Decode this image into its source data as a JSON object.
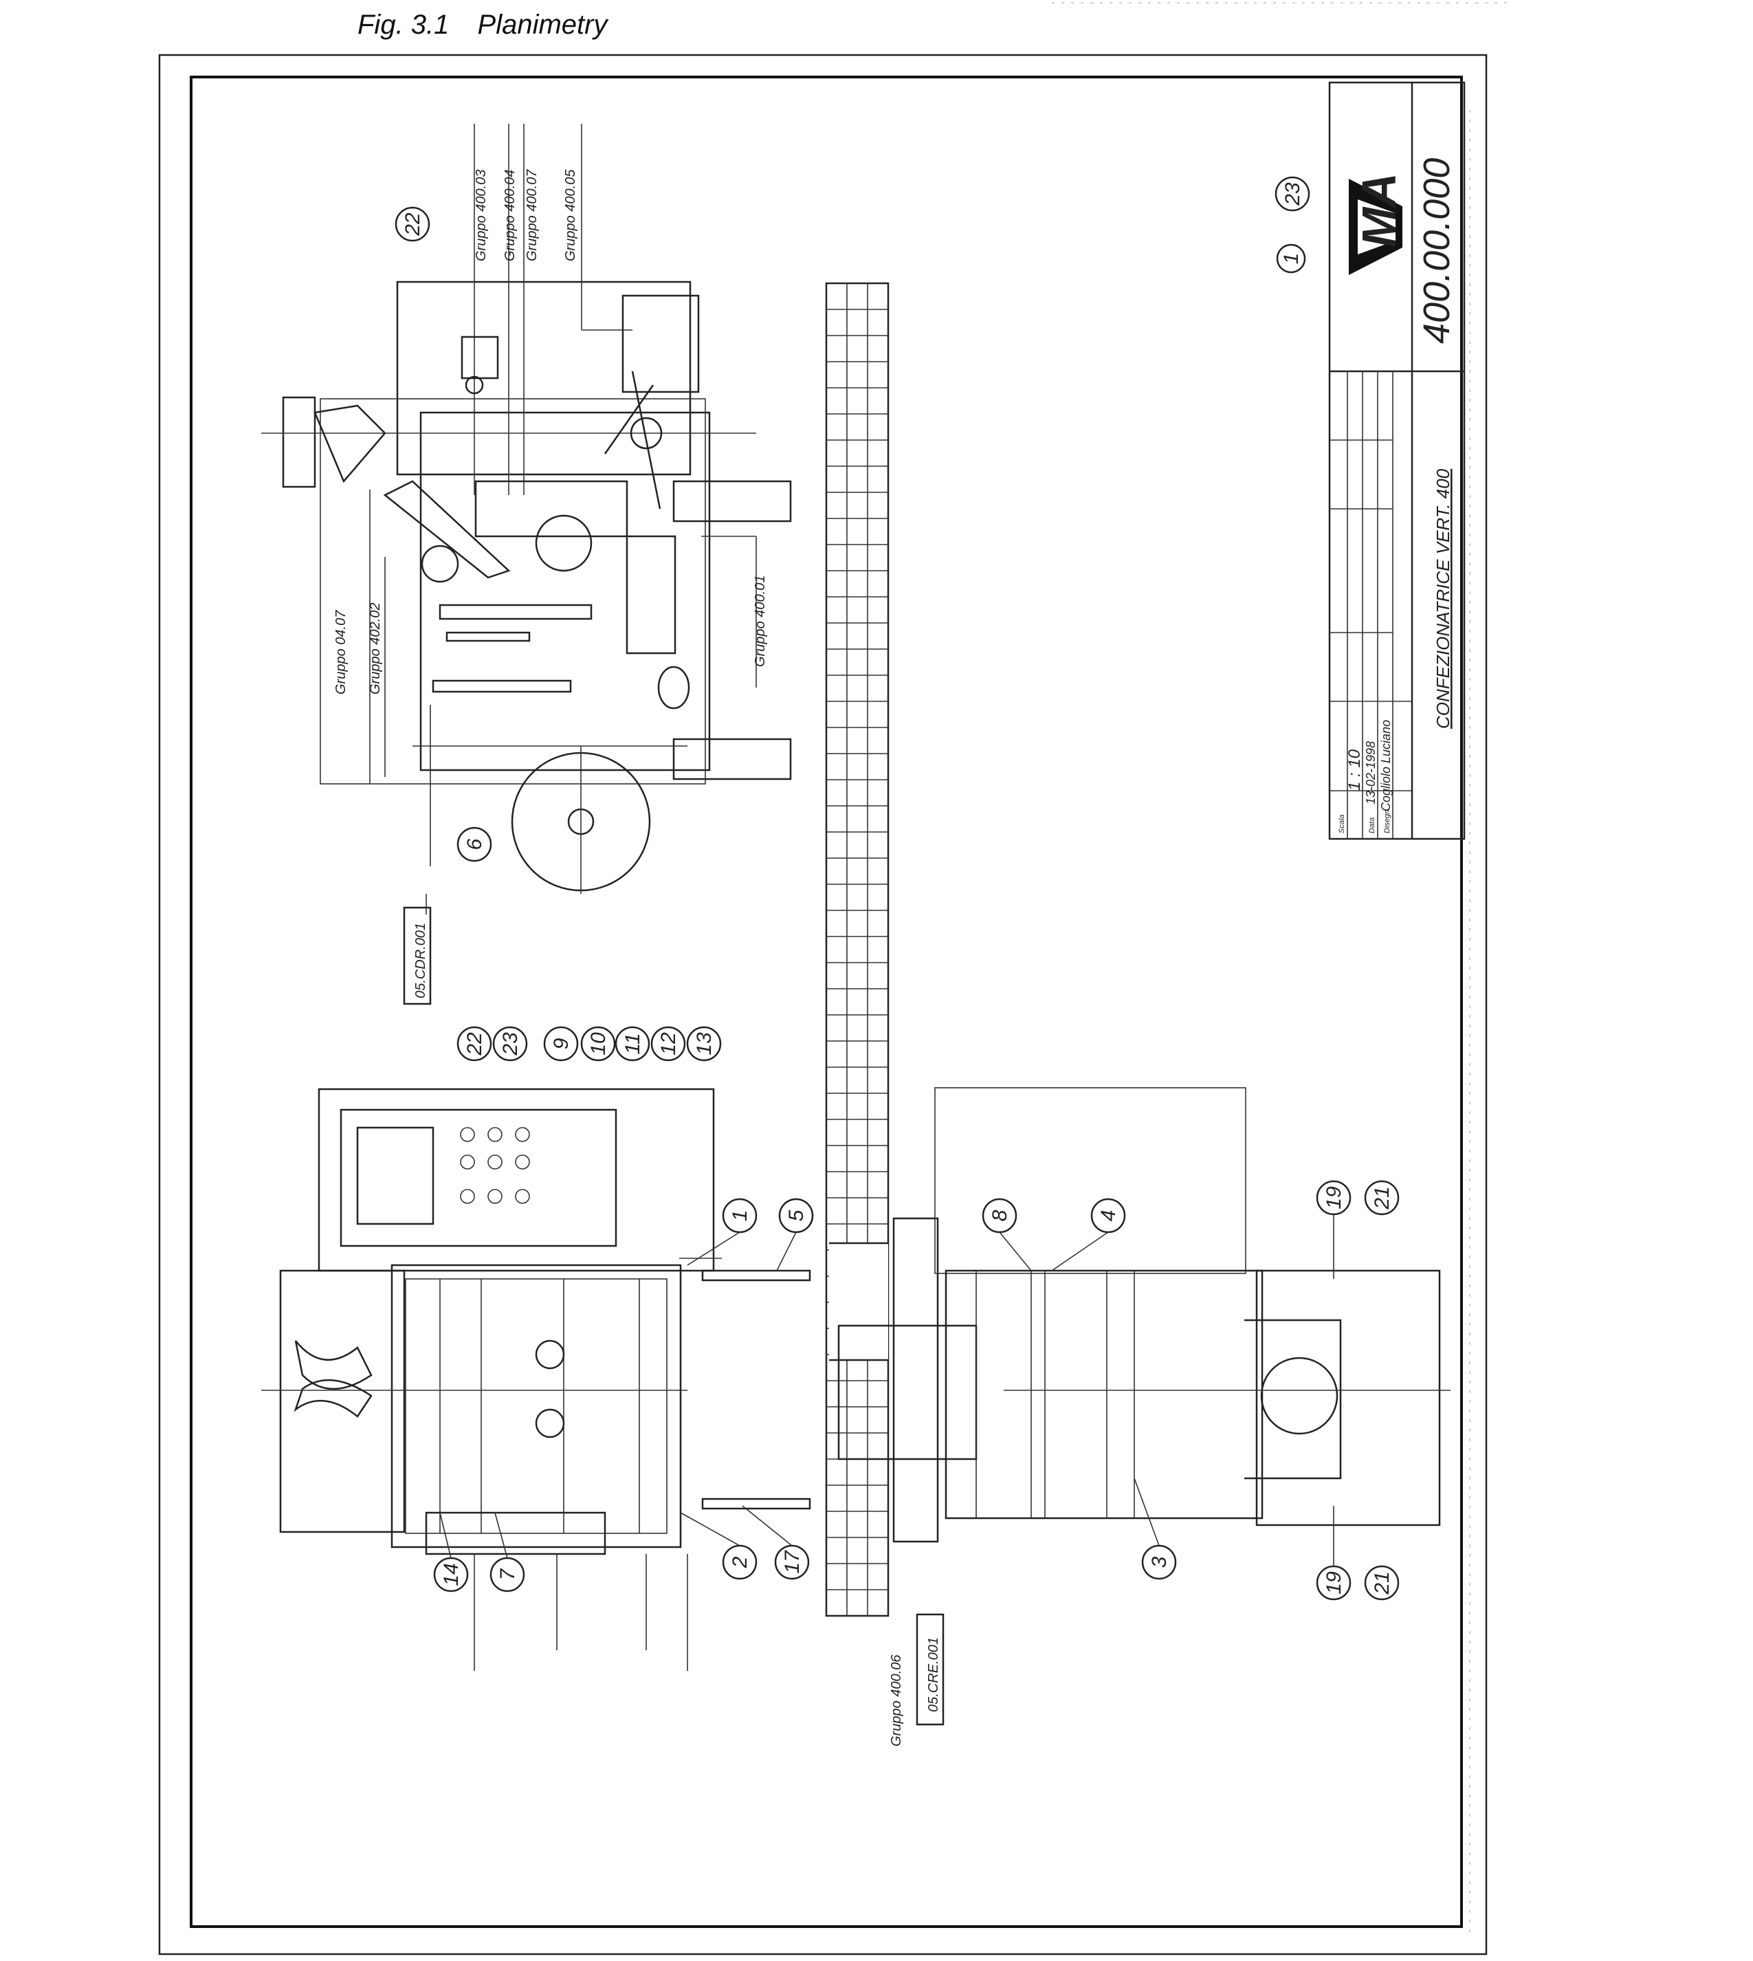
{
  "figure": {
    "number": "Fig. 3.1",
    "title": "Planimetry"
  },
  "title_block": {
    "drawing_number": "400.00.000",
    "machine_title": "CONFEZIONATRICE VERT. 400",
    "scale_label": "Scala",
    "scale": "1 : 10",
    "date_label": "Data",
    "date": "13-02-1998",
    "designer_label": "Disegn.",
    "designer": "Cogliolo Luciano",
    "logo_text": "MA"
  },
  "group_labels": [
    "Gruppo 400.03",
    "Gruppo 400.04",
    "Gruppo 400.07",
    "Gruppo 400.05",
    "Gruppo 04.07",
    "Gruppo 402.02",
    "Gruppo 400.01",
    "Gruppo 400.06"
  ],
  "code_tags": [
    "05.CDR.001",
    "05.CRE.001"
  ],
  "callouts": {
    "c1_title": "1",
    "c23_title": "23",
    "c22_top": "22",
    "c6": "6",
    "c22_panel": "22",
    "c23_panel": "23",
    "c9": "9",
    "c10": "10",
    "c11": "11",
    "c12": "12",
    "c13": "13",
    "c1": "1",
    "c5": "5",
    "c8": "8",
    "c4": "4",
    "c19_top": "19",
    "c21_top": "21",
    "c14": "14",
    "c7": "7",
    "c2": "2",
    "c17": "17",
    "c3": "3",
    "c19_bot": "19",
    "c21_bot": "21"
  }
}
